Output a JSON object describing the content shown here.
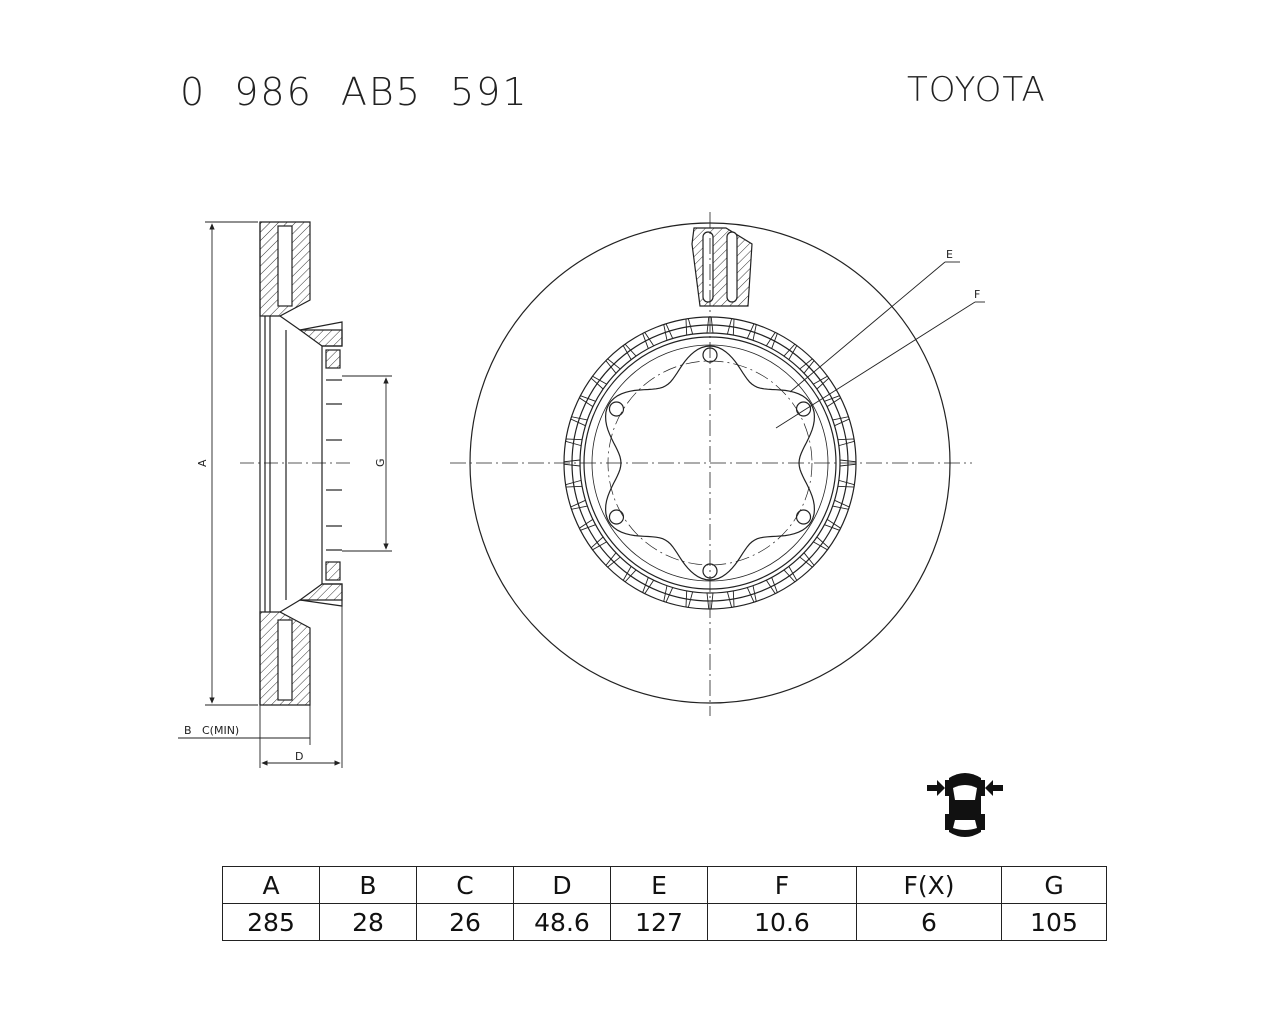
{
  "header": {
    "part_number": "0 986 AB5 591",
    "brand": "TOYOTA"
  },
  "drawing": {
    "dimension_labels": {
      "a": "A",
      "b": "B",
      "c_min": "C(MIN)",
      "d": "D",
      "e": "E",
      "f": "F",
      "g": "G"
    }
  },
  "spec_table": {
    "headers": [
      "A",
      "B",
      "C",
      "D",
      "E",
      "F",
      "F(X)",
      "G"
    ],
    "values": [
      "285",
      "28",
      "26",
      "48.6",
      "127",
      "10.6",
      "6",
      "105"
    ]
  },
  "icons": {
    "axle": "front-axle-car-icon"
  },
  "colors": {
    "line": "#222222",
    "background": "#ffffff"
  }
}
